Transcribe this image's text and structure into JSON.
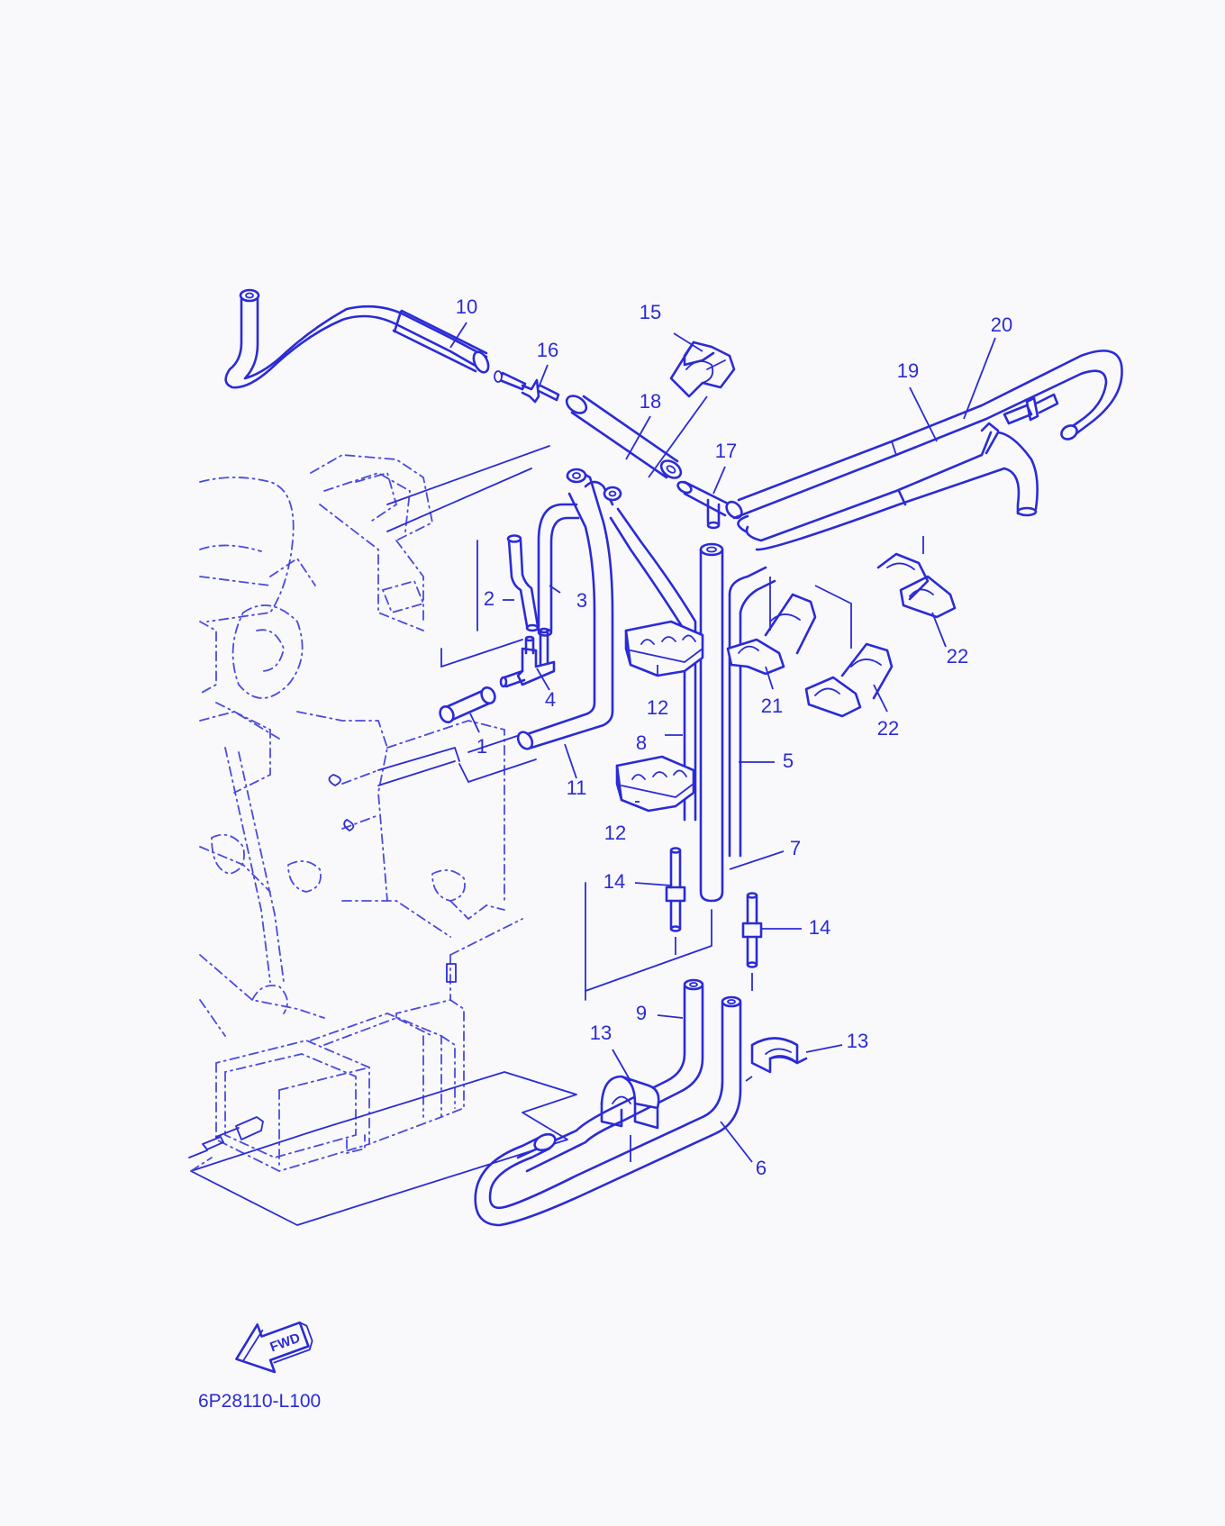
{
  "callouts": [
    {
      "id": "10",
      "label": "10"
    },
    {
      "id": "15",
      "label": "15"
    },
    {
      "id": "16",
      "label": "16"
    },
    {
      "id": "20",
      "label": "20"
    },
    {
      "id": "19",
      "label": "19"
    },
    {
      "id": "18",
      "label": "18"
    },
    {
      "id": "17",
      "label": "17"
    },
    {
      "id": "2",
      "label": "2"
    },
    {
      "id": "3",
      "label": "3"
    },
    {
      "id": "4",
      "label": "4"
    },
    {
      "id": "1",
      "label": "1"
    },
    {
      "id": "11",
      "label": "11"
    },
    {
      "id": "12a",
      "label": "12"
    },
    {
      "id": "8",
      "label": "8"
    },
    {
      "id": "12b",
      "label": "12"
    },
    {
      "id": "5",
      "label": "5"
    },
    {
      "id": "21",
      "label": "21"
    },
    {
      "id": "22a",
      "label": "22"
    },
    {
      "id": "22b",
      "label": "22"
    },
    {
      "id": "7",
      "label": "7"
    },
    {
      "id": "14a",
      "label": "14"
    },
    {
      "id": "14b",
      "label": "14"
    },
    {
      "id": "9",
      "label": "9"
    },
    {
      "id": "13a",
      "label": "13"
    },
    {
      "id": "13b",
      "label": "13"
    },
    {
      "id": "6",
      "label": "6"
    }
  ],
  "fwd_label": "FWD",
  "diagram_code": "6P28110-L100",
  "colors": {
    "line": "#2b2bd6",
    "background": "#f9f9fb"
  }
}
